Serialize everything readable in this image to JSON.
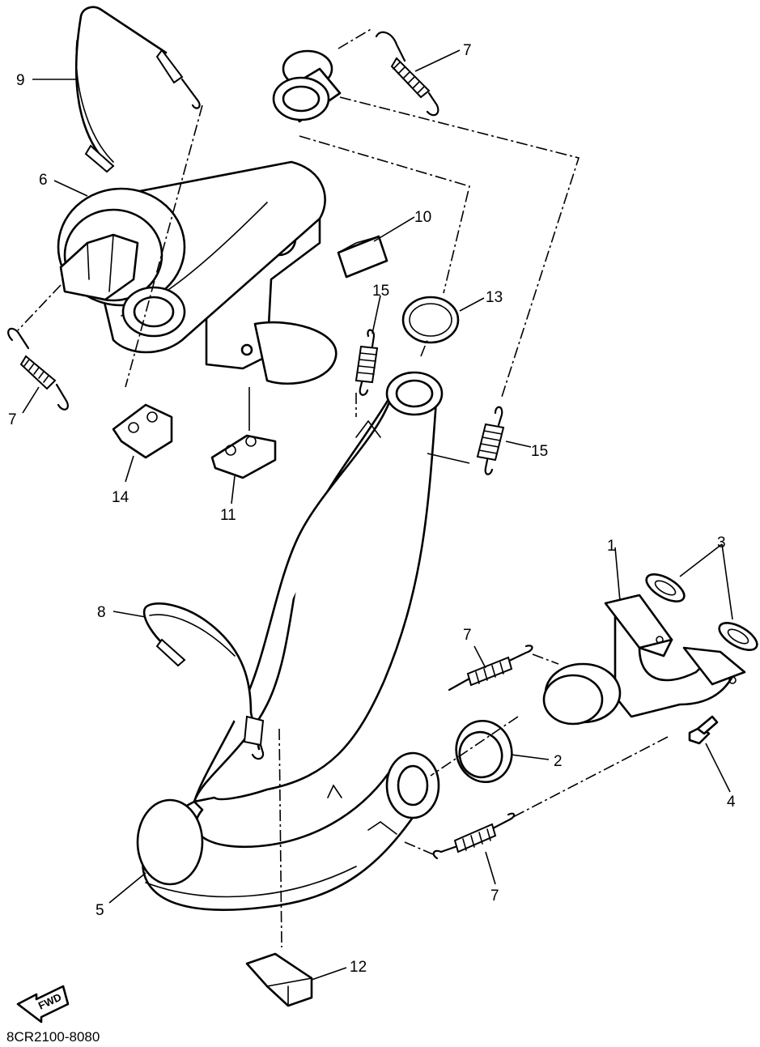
{
  "diagram": {
    "drawing_code": "8CR2100-8080",
    "fwd_label": "FWD",
    "callouts": [
      "1",
      "2",
      "3",
      "4",
      "5",
      "6",
      "7",
      "7",
      "7",
      "7",
      "8",
      "9",
      "10",
      "11",
      "12",
      "13",
      "14",
      "15",
      "15"
    ],
    "colors": {
      "line": "#000000",
      "background": "#ffffff"
    }
  }
}
